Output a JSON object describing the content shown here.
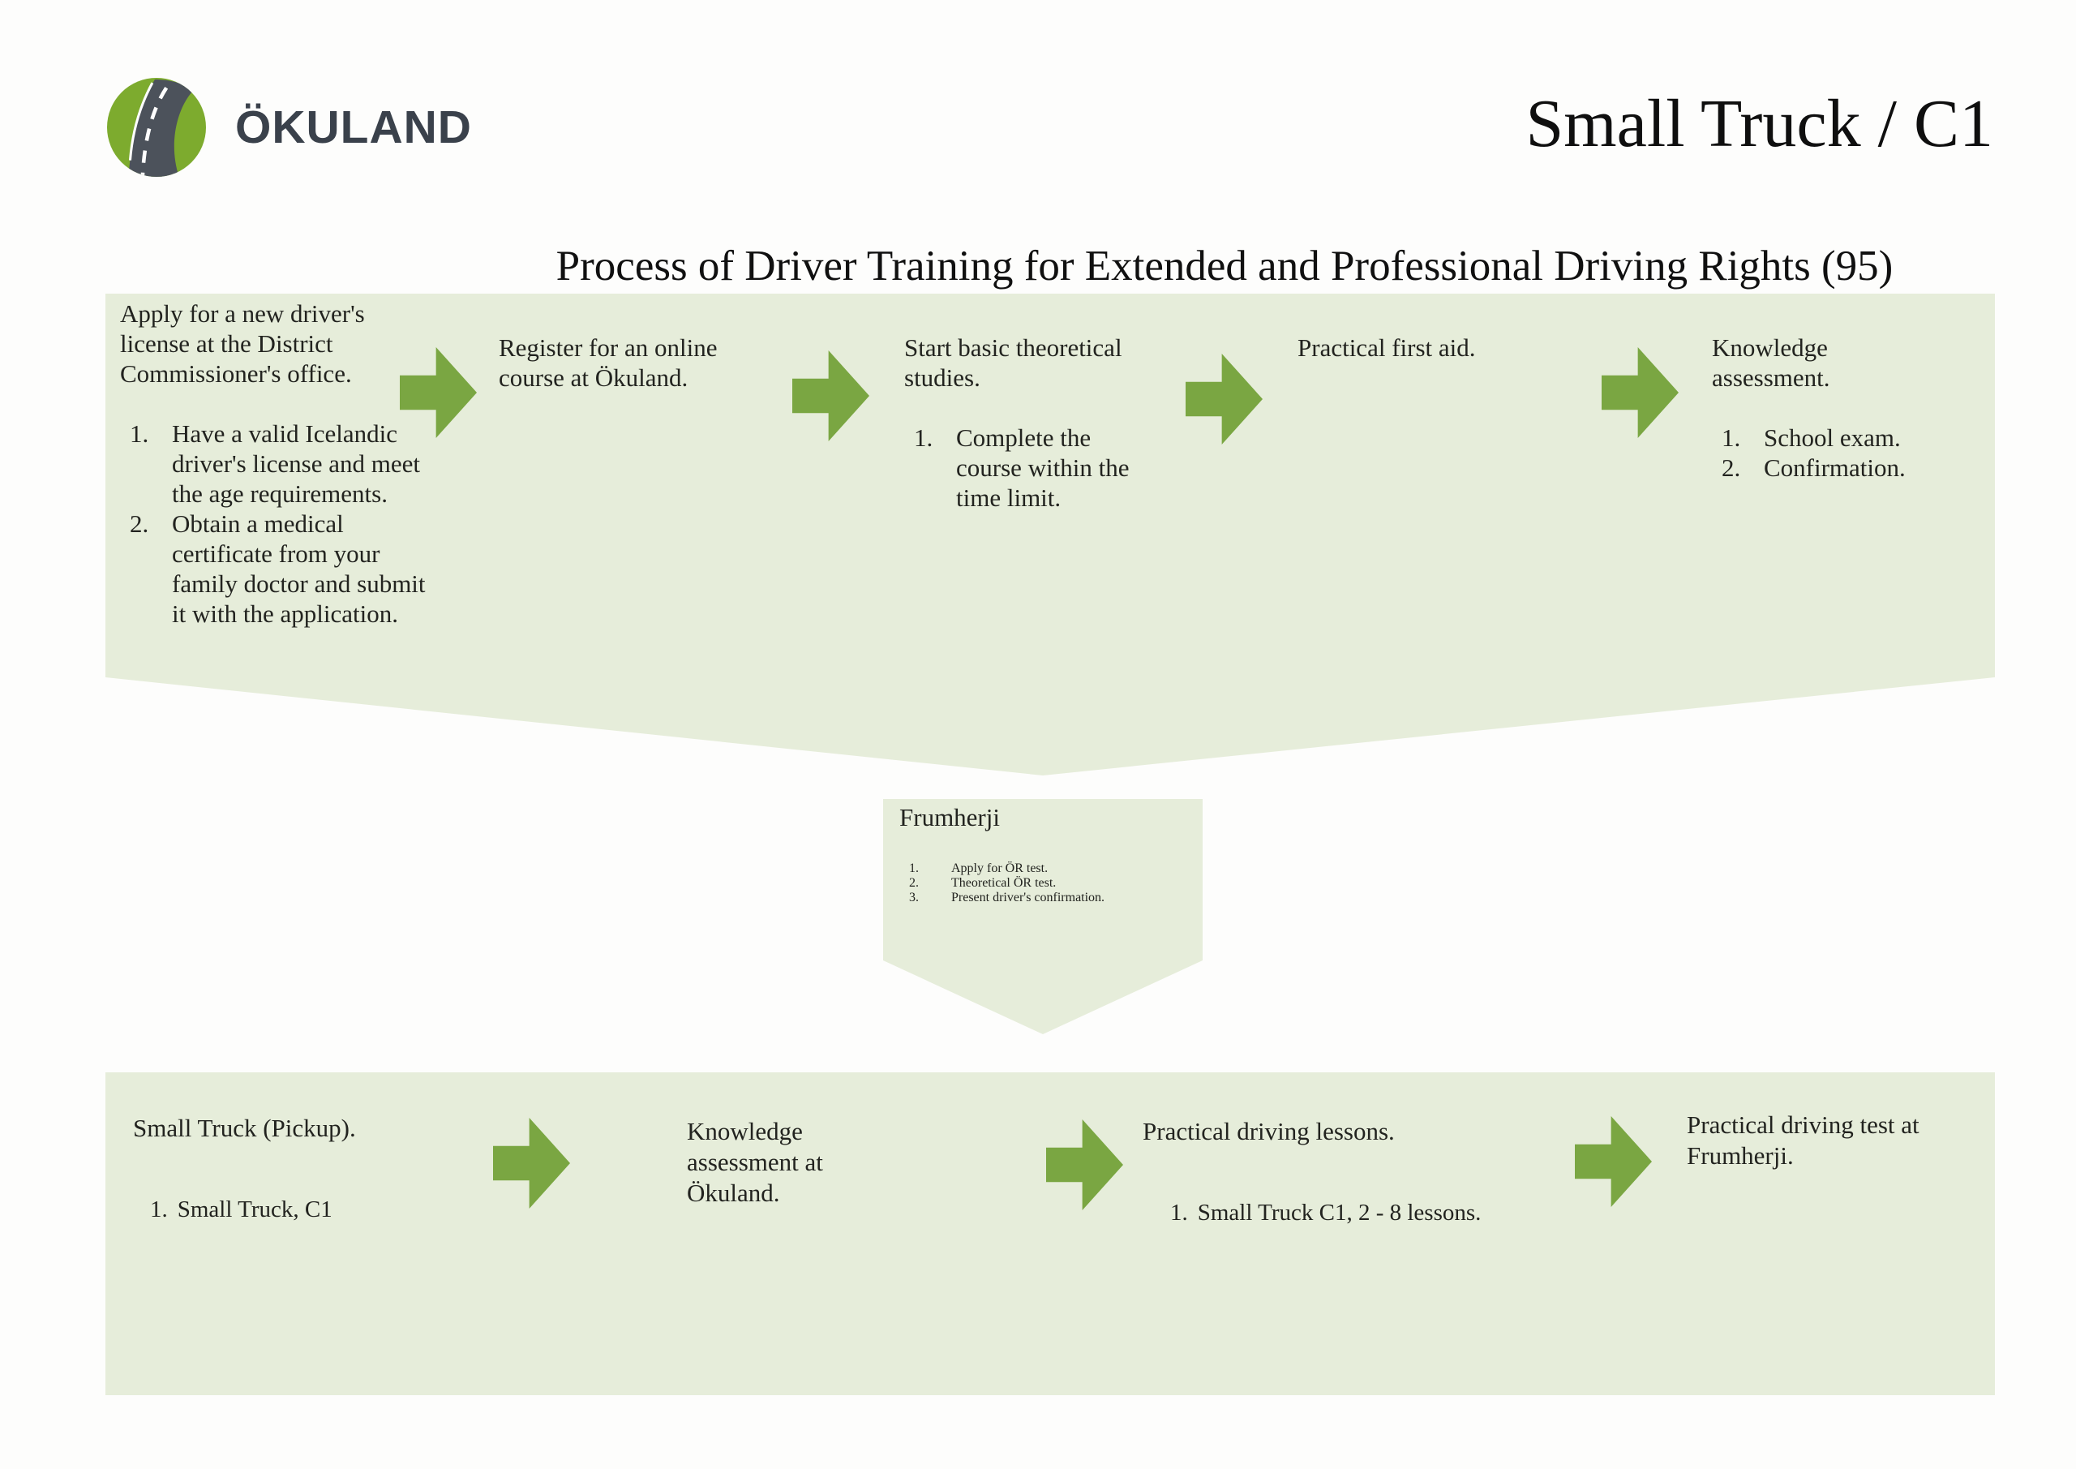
{
  "brand": {
    "name": "ÖKULAND"
  },
  "header": {
    "title": "Small Truck / C1",
    "subtitle": "Process of Driver Training for Extended and Professional Driving Rights (95)"
  },
  "colors": {
    "band": "#e6edda",
    "arrow": "#7aa642",
    "logo_green": "#7dab2e",
    "road": "#4c525b",
    "brand_text": "#3a414b"
  },
  "top_band": {
    "steps": [
      {
        "title": "Apply for a new driver's license at the District Commissioner's office.",
        "items": [
          {
            "num": "1.",
            "text": "Have a valid Icelandic driver's license and meet the age requirements."
          },
          {
            "num": "2.",
            "text": "Obtain a medical certificate from your family doctor and submit it with the application."
          }
        ]
      },
      {
        "title": "Register for an online course at Ökuland.",
        "items": []
      },
      {
        "title": "Start basic theoretical studies.",
        "items": [
          {
            "num": "1.",
            "text": "Complete the course within the time limit."
          }
        ]
      },
      {
        "title": "Practical first aid.",
        "items": []
      },
      {
        "title": "Knowledge assessment.",
        "items": [
          {
            "num": "1.",
            "text": "School exam."
          },
          {
            "num": "2.",
            "text": "Confirmation."
          }
        ]
      }
    ]
  },
  "middle_box": {
    "title": "Frumherji",
    "items": [
      {
        "num": "1.",
        "text": "Apply for ÖR test."
      },
      {
        "num": "2.",
        "text": "Theoretical ÖR test."
      },
      {
        "num": "3.",
        "text": "Present driver's confirmation."
      }
    ]
  },
  "bottom_band": {
    "steps": [
      {
        "title": "Small Truck (Pickup).",
        "item": {
          "num": "1.",
          "text": "Small Truck, C1"
        }
      },
      {
        "title": "Knowledge assessment at Ökuland."
      },
      {
        "title": "Practical driving lessons.",
        "item": {
          "num": "1.",
          "text": "Small Truck C1, 2 - 8 lessons."
        }
      },
      {
        "title": "Practical driving test at Frumherji."
      }
    ]
  }
}
